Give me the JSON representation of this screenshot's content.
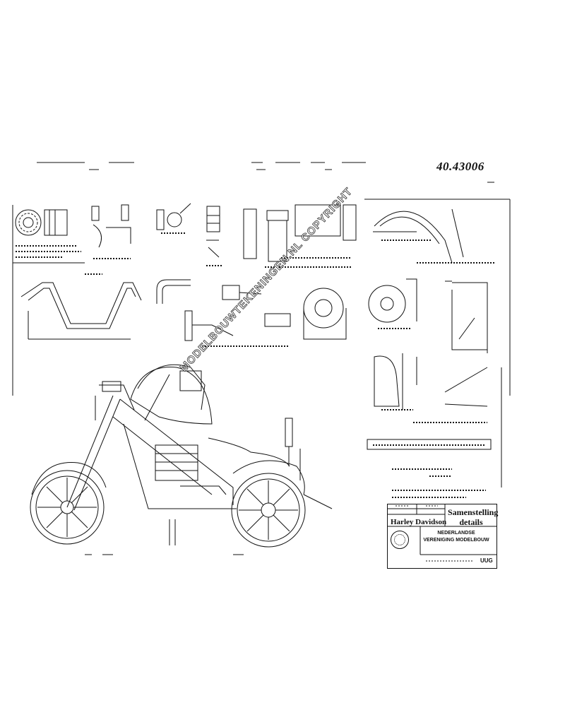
{
  "drawing_number": "40.43006",
  "watermark": "MODELBOUWTEKENINGEN.NL COPYRIGHT",
  "title_block": {
    "model": "Harley Davidson",
    "title": "Samenstelling details",
    "organization": "NEDERLANDSE VERENIGING MODELBOUW",
    "sheet": "UUG"
  }
}
